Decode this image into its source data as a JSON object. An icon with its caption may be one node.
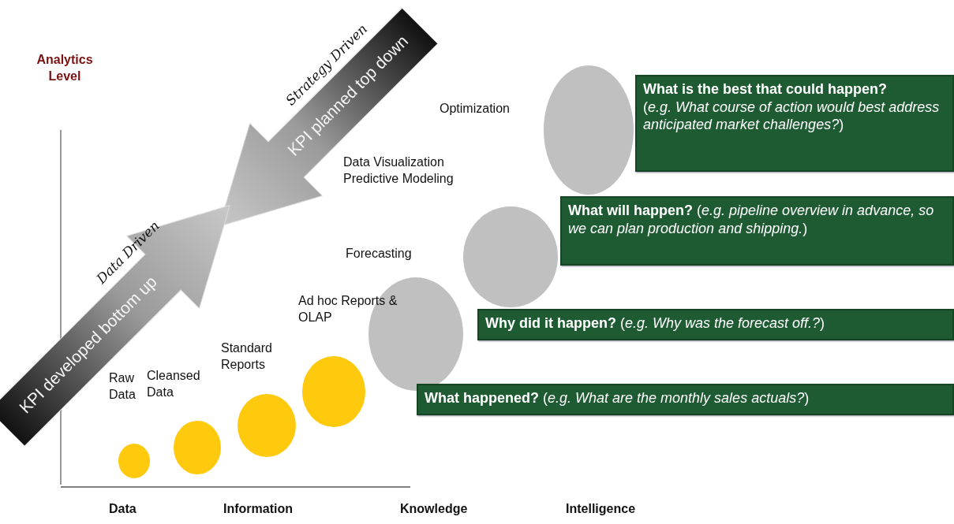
{
  "diagram": {
    "nodes": [
      {
        "text": [
          "KPI planned top down"
        ],
        "beside": [
          "Strategy Driven"
        ]
      },
      {
        "text": [
          "KPI developed bottom up"
        ],
        "beside": [
          "Data Driven"
        ]
      },
      {
        "text": [],
        "shape": "circle"
      },
      {
        "text": [],
        "shape": "circle"
      },
      {
        "text": [],
        "shape": "circle"
      },
      {
        "text": [],
        "shape": "circle"
      },
      {
        "text": [],
        "shape": "circle"
      },
      {
        "text": [],
        "shape": "circle"
      },
      {
        "text": [],
        "shape": "circle"
      },
      {
        "text": [
          "What is the best that could happen?",
          "(*e.g. What course of action would best address anticipated market challenges?*)"
        ]
      },
      {
        "text": [
          "**What will happen?** (*e.g. pipeline overview in advance, so we can plan production and shipping.*)"
        ]
      },
      {
        "text": [
          "**Why did it happen?** (*e.g. Why was the forecast off.?*)"
        ]
      },
      {
        "text": [
          "**What happened?** (*e.g. What are the monthly sales actuals?*)"
        ]
      }
    ],
    "labels": [
      "Analytics Level",
      "Optimization",
      "Data Visualization Predictive Modeling",
      "Forecasting",
      "Ad hoc Reports & OLAP",
      "Standard Reports",
      "Raw Data",
      "Cleansed Data",
      "Data",
      "Information",
      "Knowledge",
      "Intelligence"
    ]
  }
}
